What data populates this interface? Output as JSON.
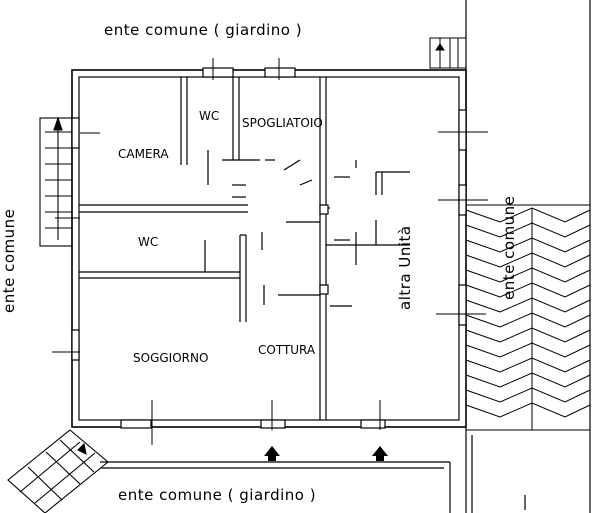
{
  "labels": {
    "top_common": "ente comune   ( giardino )",
    "bottom_common": "ente comune ( giardino )",
    "left_common": "ente comune",
    "right_common": "ente comune",
    "other_unit": "altra Unità"
  },
  "rooms": {
    "camera": "CAMERA",
    "wc_upper": "WC",
    "spogliatoio": "SPOGLIATOIO",
    "wc_lower": "WC",
    "soggiorno": "SOGGIORNO",
    "cottura": "COTTURA"
  }
}
